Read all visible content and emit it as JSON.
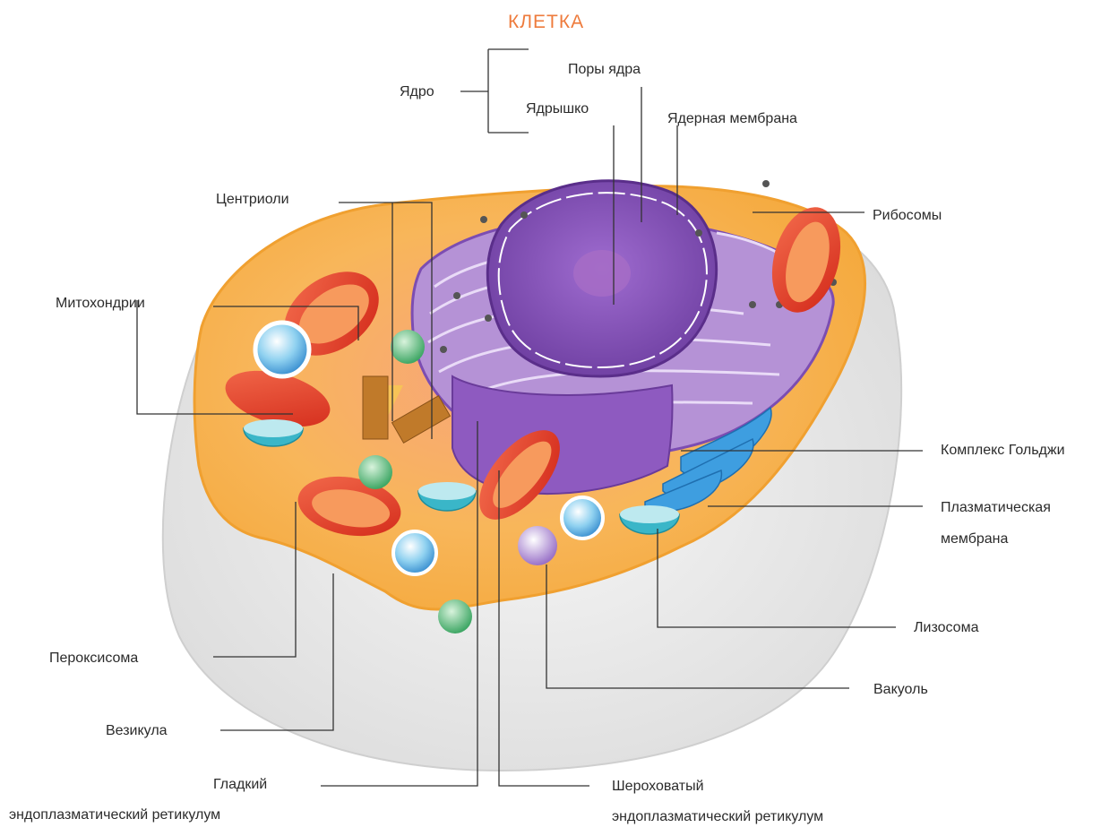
{
  "title": "КЛЕТКА",
  "labels": {
    "nucleus": "Ядро",
    "nuclear_pores": "Поры ядра",
    "nucleolus": "Ядрышко",
    "nuclear_membrane": "Ядерная мембрана",
    "centrioles": "Центриоли",
    "ribosomes": "Рибосомы",
    "mitochondria": "Митохондрии",
    "golgi": "Комплекс Гольджи",
    "plasma_membrane_1": "Плазматическая",
    "plasma_membrane_2": "мембрана",
    "lysosome": "Лизосома",
    "peroxisome": "Пероксисома",
    "vacuole": "Вакуоль",
    "vesicle": "Везикула",
    "smooth_er_1": "Гладкий",
    "smooth_er_2": "эндоплазматический  ретикулум",
    "rough_er_1": "Шероховатый",
    "rough_er_2": "эндоплазматический ретикулум"
  },
  "colors": {
    "title": "#ee7b3c",
    "cytoplasm": "#f6b24c",
    "cell_shadow": "#e8e8e8",
    "nucleus": "#8a54b8",
    "mitochondria": "#e8432f",
    "golgi": "#3e9ee0",
    "vacuole": "#a6dcf2",
    "peroxisome": "#6fc18b",
    "lysosome": "#3ab6c8",
    "centriole": "#c07a2a"
  }
}
